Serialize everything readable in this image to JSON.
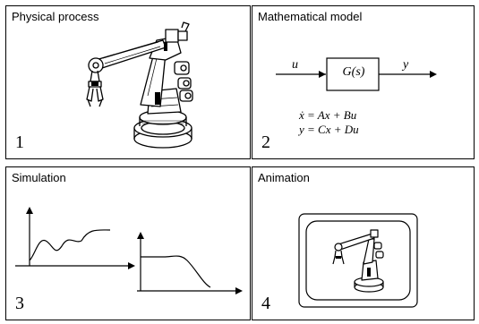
{
  "panels": [
    {
      "title": "Physical process",
      "number": "1"
    },
    {
      "title": "Mathematical model",
      "number": "2"
    },
    {
      "title": "Simulation",
      "number": "3"
    },
    {
      "title": "Animation",
      "number": "4"
    }
  ],
  "model": {
    "input": "u",
    "output": "y",
    "block": "G(s)",
    "eq1": "ẋ = Ax + Bu",
    "eq2": "y = Cx + Du"
  }
}
